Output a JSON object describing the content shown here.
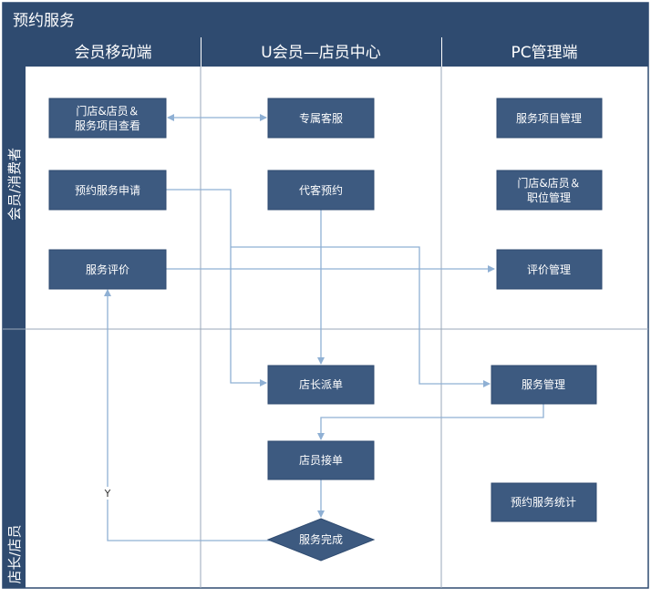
{
  "title": "预约服务",
  "columns": [
    "会员移动端",
    "U会员—店员中心",
    "PC管理端"
  ],
  "rows": [
    "会员/消费者",
    "店长/店员"
  ],
  "nodes": {
    "n1": [
      "门店&店员＆",
      "服务项目查看"
    ],
    "n2": [
      "预约服务申请"
    ],
    "n3": [
      "服务评价"
    ],
    "n4": [
      "专属客服"
    ],
    "n5": [
      "代客预约"
    ],
    "n6": [
      "店长派单"
    ],
    "n7": [
      "店员接单"
    ],
    "n8": [
      "服务完成"
    ],
    "n9": [
      "服务项目管理"
    ],
    "n10": [
      "门店&店员＆",
      "职位管理"
    ],
    "n11": [
      "评价管理"
    ],
    "n12": [
      "服务管理"
    ],
    "n13": [
      "预约服务统计"
    ]
  },
  "edge_label_y": "Y",
  "colors": {
    "frame": "#2f4b70",
    "node": "#3d5a80",
    "line": "#8fb0d4",
    "divider": "#9aa7b8"
  }
}
